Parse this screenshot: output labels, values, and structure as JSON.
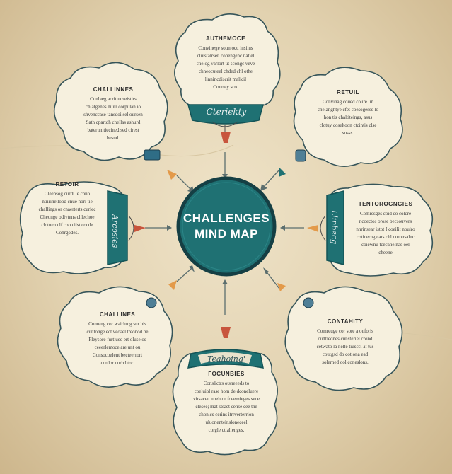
{
  "center": {
    "line1": "CHALLENGES",
    "line2": "MIND MAP"
  },
  "colors": {
    "teal": "#1f7173",
    "tealDark": "#145457",
    "paper": "#f6f0de",
    "outline": "#36555a",
    "accentRed": "#c8553d",
    "accentOrange": "#e39a4a"
  },
  "bubbles": [
    {
      "id": "top",
      "title": "AUTHEMOCE",
      "body": "Convinege soun ocu insiins\ncluistalrsen conengenc natiel\nchelog varlort ut scongc veve\nchneocuteel chded chl othe\nlinnincdiscrit malicil\nCourtey sco.",
      "banner": "Cteriekty"
    },
    {
      "id": "top-left",
      "title": "CHALLINNES",
      "body": "Conlaeg acrit uoseistirs\nchlatgenes niutr corpulan io\nshvenccase tansdoi sel oursen\nSath cpartdh chellas ashurd\nbaterunitiecined sed cirest\nbesnd."
    },
    {
      "id": "top-right",
      "title": "RETUIL",
      "body": "Convinag coued coure lin\nchelanghtye cfet coesogesse lo\nhon tis chaltiteings, asus\nclotuy coseltoon ctcintis clse\nsosss."
    },
    {
      "id": "left",
      "title": "RETOIR",
      "body": "Cleensog curdi le chuo\nntiirinetlood cnue nori tie\nchallings or cnaerterts curiec\nCheonge odivtens chlechoe\nclotuen clf coo cilst cocde\nCohrgodes.",
      "banner": "Arcosies"
    },
    {
      "id": "right",
      "title": "TENTOROGNGIES",
      "body": "Comresges coid co colcre\nncoectos orose becsouvers\nnnrinsear istot I coeilit noulro\ncotinerng cars chl coronsalnc\ncoiewnu tcecanelnas oel\ncheene",
      "banner": "Llinbecg"
    },
    {
      "id": "bottom-left",
      "title": "CHALLINES",
      "body": "Conreng cor wairlung sur his\ncuntonge ect veoael treonod be\nFleysore furtiuee ert oluse os\nceeerlemoce are unt ou\nConsocoelent becteerrort\ncordor curbd tor."
    },
    {
      "id": "bottom-right",
      "title": "CONTAHITY",
      "body": "Comreuge cor sore a ouforis\ncutttleones cunsteriel crond\ncetwato la nelte tiuscci at tus\ncoutgsd do cotiona ead\nsolerned ool coneslons."
    },
    {
      "id": "bottom",
      "title": "FOCUNBIES",
      "body": "Conslictrs otsneeeds to\ncoeluiol rase hom de dconeluere\nvirsacen uneh or foeemieges sece\nclesee; mat stsaet cense cee the\nchonics cerins itrrverterrion\nuluonenteinsloneceel\ncorgle ctiallenges.",
      "banner": "Teahoing'"
    }
  ]
}
